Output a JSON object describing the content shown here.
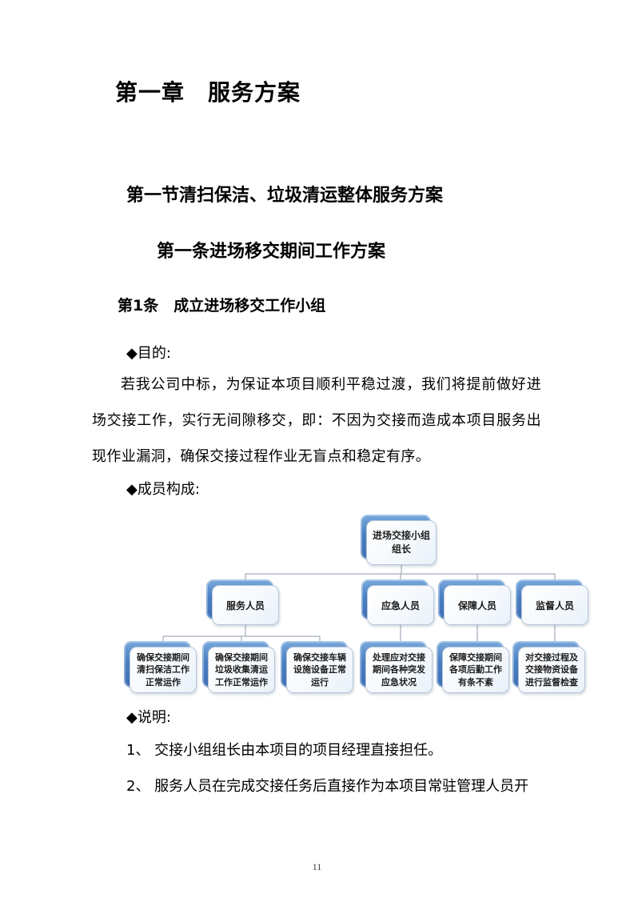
{
  "document": {
    "chapter_title": "第一章　服务方案",
    "section_heading": "第一节清扫保洁、垃圾清运整体服务方案",
    "sub_heading": "第一条进场移交期间工作方案",
    "clause_heading": "第1条　成立进场移交工作小组",
    "purpose_label": "◆目的:",
    "purpose_text": "若我公司中标，为保证本项目顺利平稳过渡，我们将提前做好进场交接工作，实行无间隙移交，即：不因为交接而造成本项目服务出现作业漏洞，确保交接过程作业无盲点和稳定有序。",
    "members_label": "◆成员构成:",
    "notes_label": "◆说明:",
    "notes": [
      "1、 交接小组组长由本项目的项目经理直接担任。",
      "2、 服务人员在完成交接任务后直接作为本项目常驻管理人员开"
    ],
    "page_number": "11"
  },
  "org_chart": {
    "root": {
      "label": "进场交接小组组长"
    },
    "level2": [
      {
        "label": "服务人员"
      },
      {
        "label": "应急人员"
      },
      {
        "label": "保障人员"
      },
      {
        "label": "监督人员"
      }
    ],
    "level3": [
      {
        "parent": "服务人员",
        "label": "确保交接期间清扫保洁工作正常运作"
      },
      {
        "parent": "服务人员",
        "label": "确保交接期间垃圾收集清运工作正常运作"
      },
      {
        "parent": "服务人员",
        "label": "确保交接车辆设施设备正常运行"
      },
      {
        "parent": "应急人员",
        "label": "处理应对交接期间各种突发应急状况"
      },
      {
        "parent": "保障人员",
        "label": "保障交接期间各项后勤工作有条不紊"
      },
      {
        "parent": "监督人员",
        "label": "对交接过程及交接物资设备进行监督检查"
      }
    ],
    "colors": {
      "node_back_blue": "#4a80c2",
      "node_front_fill": "#f5f9fd",
      "node_border": "#b7c7da",
      "connector": "#8e9aa8"
    }
  }
}
